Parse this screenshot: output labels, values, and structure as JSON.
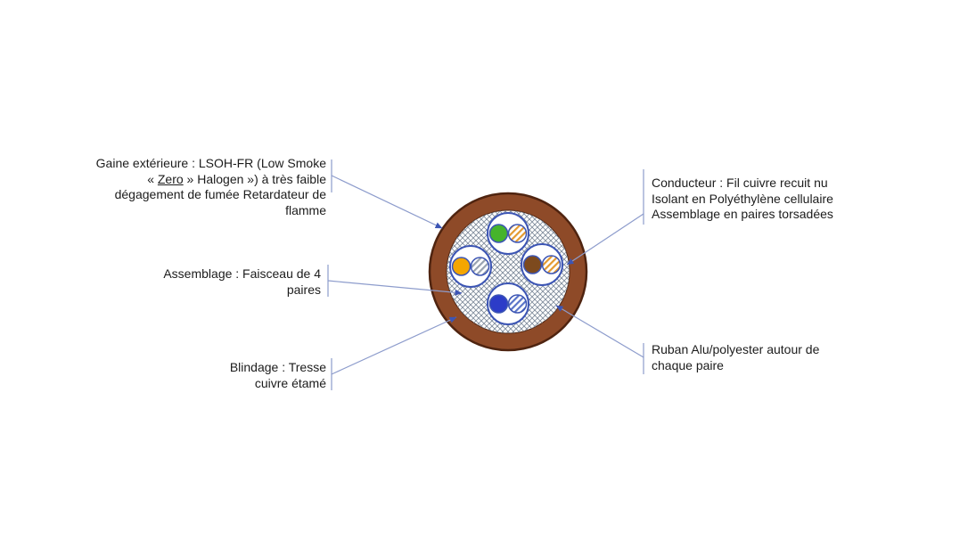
{
  "labels": {
    "gaine": {
      "part1": "Gaine extérieure : LSOH-FR (Low Smoke\n« ",
      "underlined": "Zero",
      "part2": " » Halogen ») à très faible\ndégagement de fumée Retardateur de\nflamme"
    },
    "assemblage": {
      "text": "Assemblage : Faisceau de 4\npaires"
    },
    "blindage": {
      "text": "Blindage : Tresse\ncuivre étamé"
    },
    "conducteur": {
      "text": "Conducteur : Fil cuivre recuit nu\nIsolant en Polyéthylène cellulaire\nAssemblage en paires torsadées"
    },
    "ruban": {
      "text": "Ruban Alu/polyester autour de\nchaque paire"
    }
  },
  "diagram": {
    "colors": {
      "jacket": "#8e4a28",
      "jacket_edge": "#4f2410",
      "inner_bg": "#ffffff",
      "braid_hatch": "#808c9c",
      "pair_stroke": "#3c55b4",
      "wire_green": "#46b42c",
      "wire_orange": "#f4a600",
      "wire_brown": "#7d4a1e",
      "wire_blue": "#2c3cc8",
      "stripe_orange": "#e49a30",
      "stripe_gray": "#98a2b0",
      "stripe_blue": "#5a74c8",
      "leader_line": "#8d9ccc",
      "arrow": "#3c55b4"
    }
  }
}
